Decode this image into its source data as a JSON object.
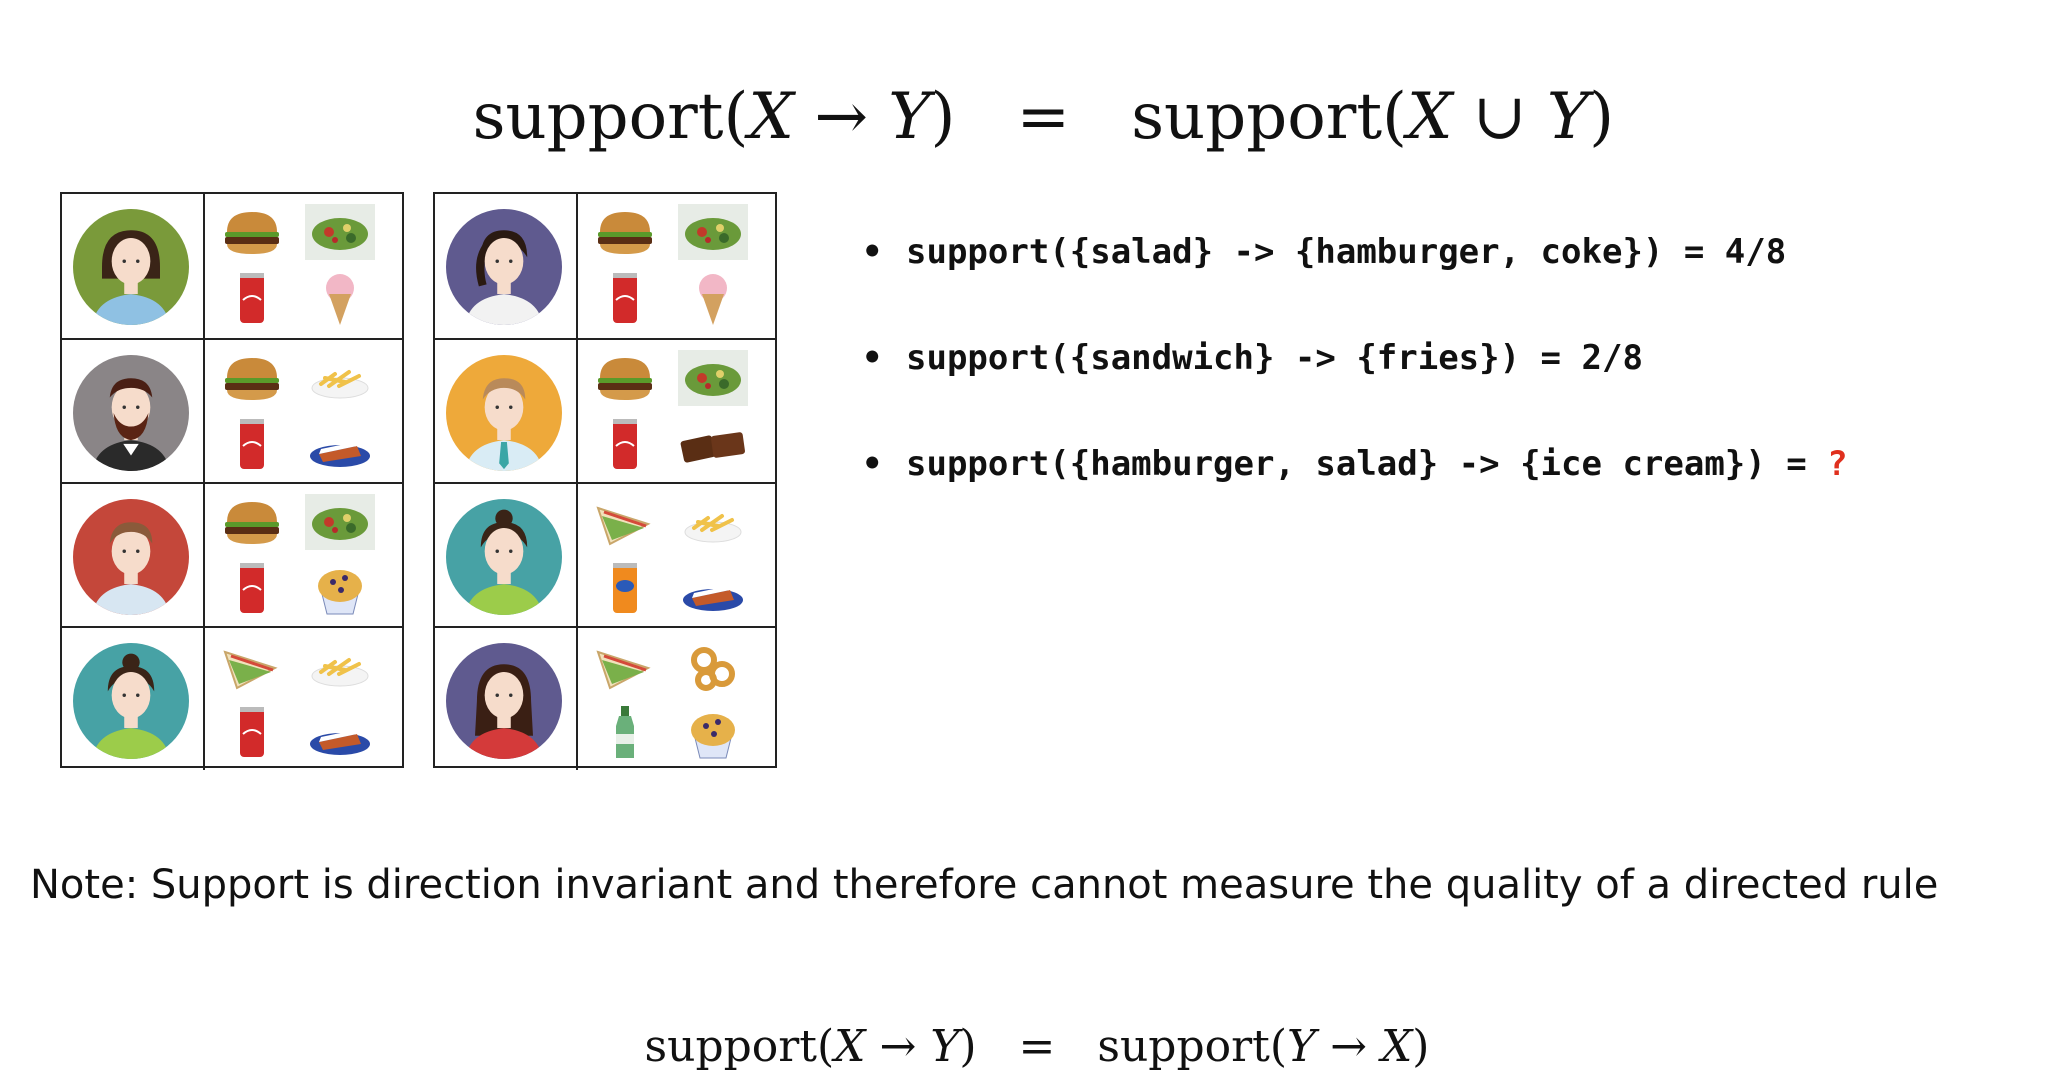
{
  "formulas": {
    "top": {
      "lhs_fn": "support",
      "lhs_args": [
        "X",
        "→",
        "Y"
      ],
      "eq": "=",
      "rhs_fn": "support",
      "rhs_args": [
        "X",
        "∪",
        "Y"
      ]
    },
    "bottom": {
      "lhs_fn": "support",
      "lhs_args": [
        "X",
        "→",
        "Y"
      ],
      "eq": "=",
      "rhs_fn": "support",
      "rhs_args": [
        "Y",
        "→",
        "X"
      ]
    }
  },
  "transactions": [
    {
      "avatar": "woman-short-hair-icon",
      "avatar_bg": "#7a9a3a",
      "items": [
        "hamburger-icon",
        "salad-icon",
        "coke-icon",
        "ice-cream-icon"
      ]
    },
    {
      "avatar": "man-beard-icon",
      "avatar_bg": "#8a8587",
      "items": [
        "hamburger-icon",
        "fries-icon",
        "coke-icon",
        "pie-icon"
      ]
    },
    {
      "avatar": "man-icon",
      "avatar_bg": "#c4473a",
      "items": [
        "hamburger-icon",
        "salad-icon",
        "coke-icon",
        "muffin-icon"
      ]
    },
    {
      "avatar": "woman-bun-icon",
      "avatar_bg": "#47a2a5",
      "items": [
        "sandwich-icon",
        "fries-icon",
        "coke-icon",
        "pie-icon"
      ]
    },
    {
      "avatar": "woman-ponytail-icon",
      "avatar_bg": "#5f5a8f",
      "items": [
        "hamburger-icon",
        "salad-icon",
        "coke-icon",
        "ice-cream-icon"
      ]
    },
    {
      "avatar": "man-tie-icon",
      "avatar_bg": "#eea93a",
      "items": [
        "hamburger-icon",
        "salad-icon",
        "coke-icon",
        "chocolate-bar-icon"
      ]
    },
    {
      "avatar": "woman-bun-icon",
      "avatar_bg": "#47a2a5",
      "items": [
        "sandwich-icon",
        "fries-icon",
        "fanta-icon",
        "pie-icon"
      ]
    },
    {
      "avatar": "woman-long-hair-icon",
      "avatar_bg": "#5f5a8f",
      "items": [
        "sandwich-icon",
        "onion-rings-icon",
        "water-bottle-icon",
        "muffin-icon"
      ]
    }
  ],
  "bullets": [
    {
      "text": "support({salad} -> {hamburger, coke}) = 4/8",
      "answer": ""
    },
    {
      "text": "support({sandwich} -> {fries}) = 2/8",
      "answer": ""
    },
    {
      "text": "support({hamburger, salad} -> {ice cream}) = ",
      "answer": "?"
    }
  ],
  "note": "Note: Support is direction invariant and therefore cannot measure the quality of a directed rule",
  "colors": {
    "question_mark": "#e0301e"
  }
}
